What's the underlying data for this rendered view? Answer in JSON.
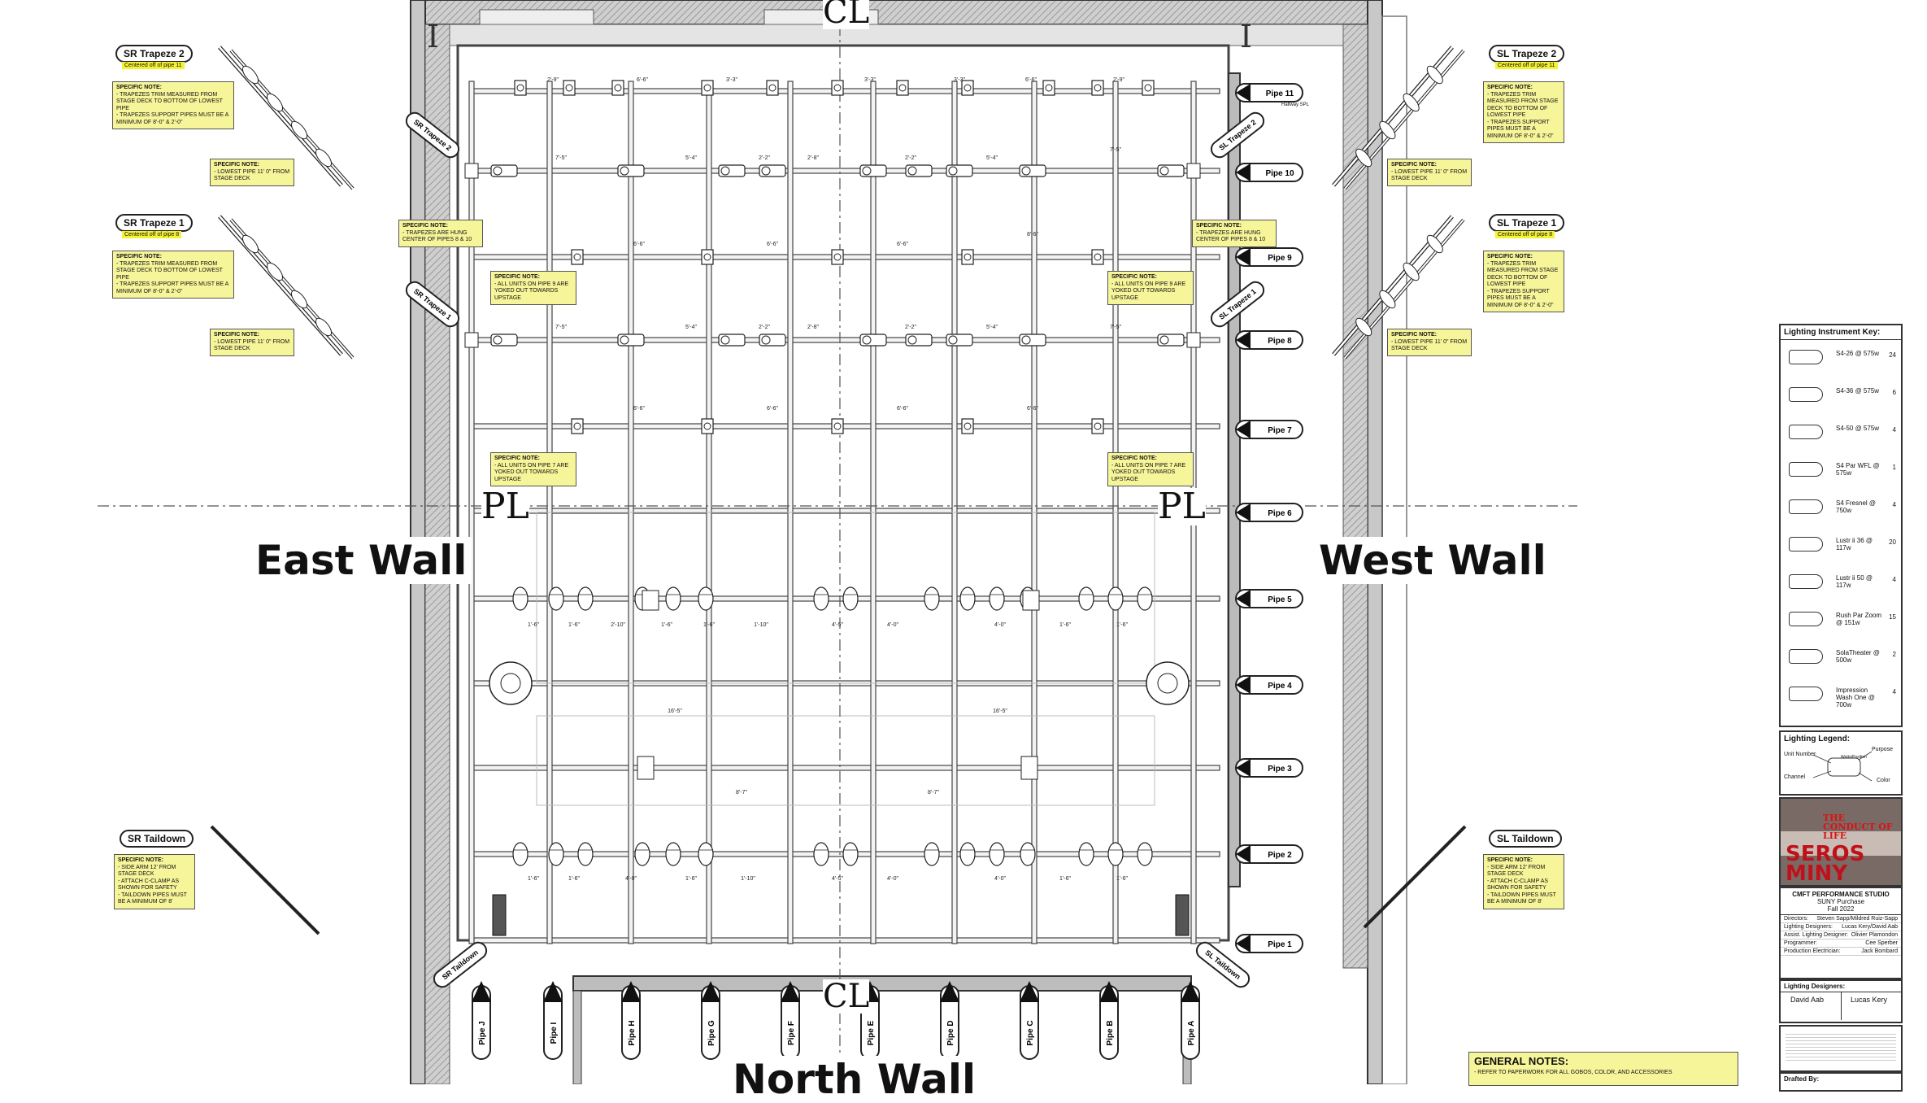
{
  "walls": {
    "east": "East Wall",
    "west": "West Wall",
    "north": "North Wall"
  },
  "pipes_right": [
    "Pipe 11",
    "Pipe 10",
    "Pipe 9",
    "Pipe 8",
    "Pipe 7",
    "Pipe 6",
    "Pipe 5",
    "Pipe 4",
    "Pipe 3",
    "Pipe 2",
    "Pipe 1"
  ],
  "pipes_bottom": [
    "Pipe J",
    "Pipe I",
    "Pipe H",
    "Pipe G",
    "Pipe F",
    "Pipe E",
    "Pipe D",
    "Pipe C",
    "Pipe B",
    "Pipe A"
  ],
  "trapeze_labels": {
    "sr2": "SR Trapeze 2",
    "sr1": "SR Trapeze 1",
    "sl2": "SL Trapeze 2",
    "sl1": "SL Trapeze 1",
    "srt": "SR Taildown",
    "slt": "SL Taildown"
  },
  "trapeze_boxes": {
    "sr2": {
      "title": "SR Trapeze 2",
      "sub": "Centered off of pipe 11"
    },
    "sr1": {
      "title": "SR Trapeze 1",
      "sub": "Centered off of pipe 8"
    },
    "sl2": {
      "title": "SL Trapeze 2",
      "sub": "Centered off of pipe 11"
    },
    "sl1": {
      "title": "SL Trapeze 1",
      "sub": "Centered off of pipe 8"
    },
    "srt": {
      "title": "SR Taildown"
    },
    "slt": {
      "title": "SL Taildown"
    }
  },
  "notes": {
    "title": "SPECIFIC NOTE:",
    "trap_trim": "- TRAPEZES TRIM MEASURED FROM STAGE DECK TO BOTTOM OF LOWEST PIPE\n- TRAPEZES SUPPORT PIPES MUST BE A MINIMUM OF 8'-0\" & 2'-0\"",
    "lowest_pipe": "- LOWEST PIPE 11' 0\" FROM STAGE DECK",
    "hung_center": "- TRAPEZES ARE HUNG CENTER OF PIPES 8 & 10",
    "pipe9_yoked": "- ALL UNITS ON PIPE 9 ARE YOKED OUT TOWARDS UPSTAGE",
    "pipe7_yoked": "- ALL UNITS ON PIPE 7 ARE YOKED OUT TOWARDS UPSTAGE",
    "taildown": "- SIDE ARM 12' FROM STAGE DECK\n- ATTACH C-CLAMP AS SHOWN FOR SAFETY\n- TAILDOWN PIPES MUST BE A MINIMUM OF 8'"
  },
  "centerline": "CL",
  "plaster_line": "PL",
  "key": {
    "title": "Lighting Instrument Key:",
    "items": [
      {
        "label": "S4-26 @ 575w",
        "count": "24"
      },
      {
        "label": "S4-36 @ 575w",
        "count": "6"
      },
      {
        "label": "S4-50 @ 575w",
        "count": "4"
      },
      {
        "label": "S4 Par WFL @ 575w",
        "count": "1"
      },
      {
        "label": "S4 Fresnel @ 750w",
        "count": "4"
      },
      {
        "label": "Lustr ii 36 @ 117w",
        "count": "20"
      },
      {
        "label": "Lustr ii 50 @ 117w",
        "count": "4"
      },
      {
        "label": "Rush Par Zoom @ 151w",
        "count": "15"
      },
      {
        "label": "SolaTheater @ 500w",
        "count": "2"
      },
      {
        "label": "Impression Wash One @ 700w",
        "count": "4"
      }
    ]
  },
  "legend": {
    "title": "Lighting Legend:",
    "unit_number": "Unit Number",
    "purpose": "Purpose",
    "channel": "Channel",
    "color": "Color",
    "watts": "Watts/Position"
  },
  "title_block": {
    "studio": "CMFT PERFORMANCE STUDIO",
    "org": "SUNY Purchase",
    "term": "Fall 2022",
    "rows": [
      {
        "k": "Directors:",
        "v": "Steven Sapp/Mildred Ruiz-Sapp"
      },
      {
        "k": "Lighting Designers:",
        "v": "Lucas Kery/David Aab"
      },
      {
        "k": "Assist. Lighting Designer:",
        "v": "Olivier Plamondon"
      },
      {
        "k": "Programmer:",
        "v": "Cee Sperber"
      },
      {
        "k": "Production Electrician:",
        "v": "Jack Bombard"
      }
    ],
    "designers_title": "Lighting Designers:",
    "designer1": "David Aab",
    "designer2": "Lucas Kery",
    "drafted_by": "Drafted By:"
  },
  "show_art": {
    "line1": "THE CONDUCT OF LIFE",
    "line2": "SEROS MINY"
  },
  "general_notes": {
    "title": "GENERAL NOTES:",
    "line1": "- REFER TO PAPERWORK FOR ALL GOBOS, COLOR, AND ACCESSORIES"
  },
  "dims": {
    "top_a": "2'-9\"",
    "top_b": "6'-6\"",
    "top_c": "3'-3\"",
    "p10_a": "7'-5\"",
    "p10_b": "5'-4\"",
    "p10_c": "2'-2\"",
    "p10_d": "2'-8\"",
    "p9_a": "6'-6\"",
    "p9_b": "8'-6\"",
    "p4": "16'-5\"",
    "p3": "8'-7\"",
    "p5_a": "1'-6\"",
    "p5_b": "2'-10\"",
    "p5_c": "4'-0\"",
    "p5_d": "1'-10\"",
    "p5_e": "4'-5\""
  },
  "hallway": "Hallway SPL"
}
